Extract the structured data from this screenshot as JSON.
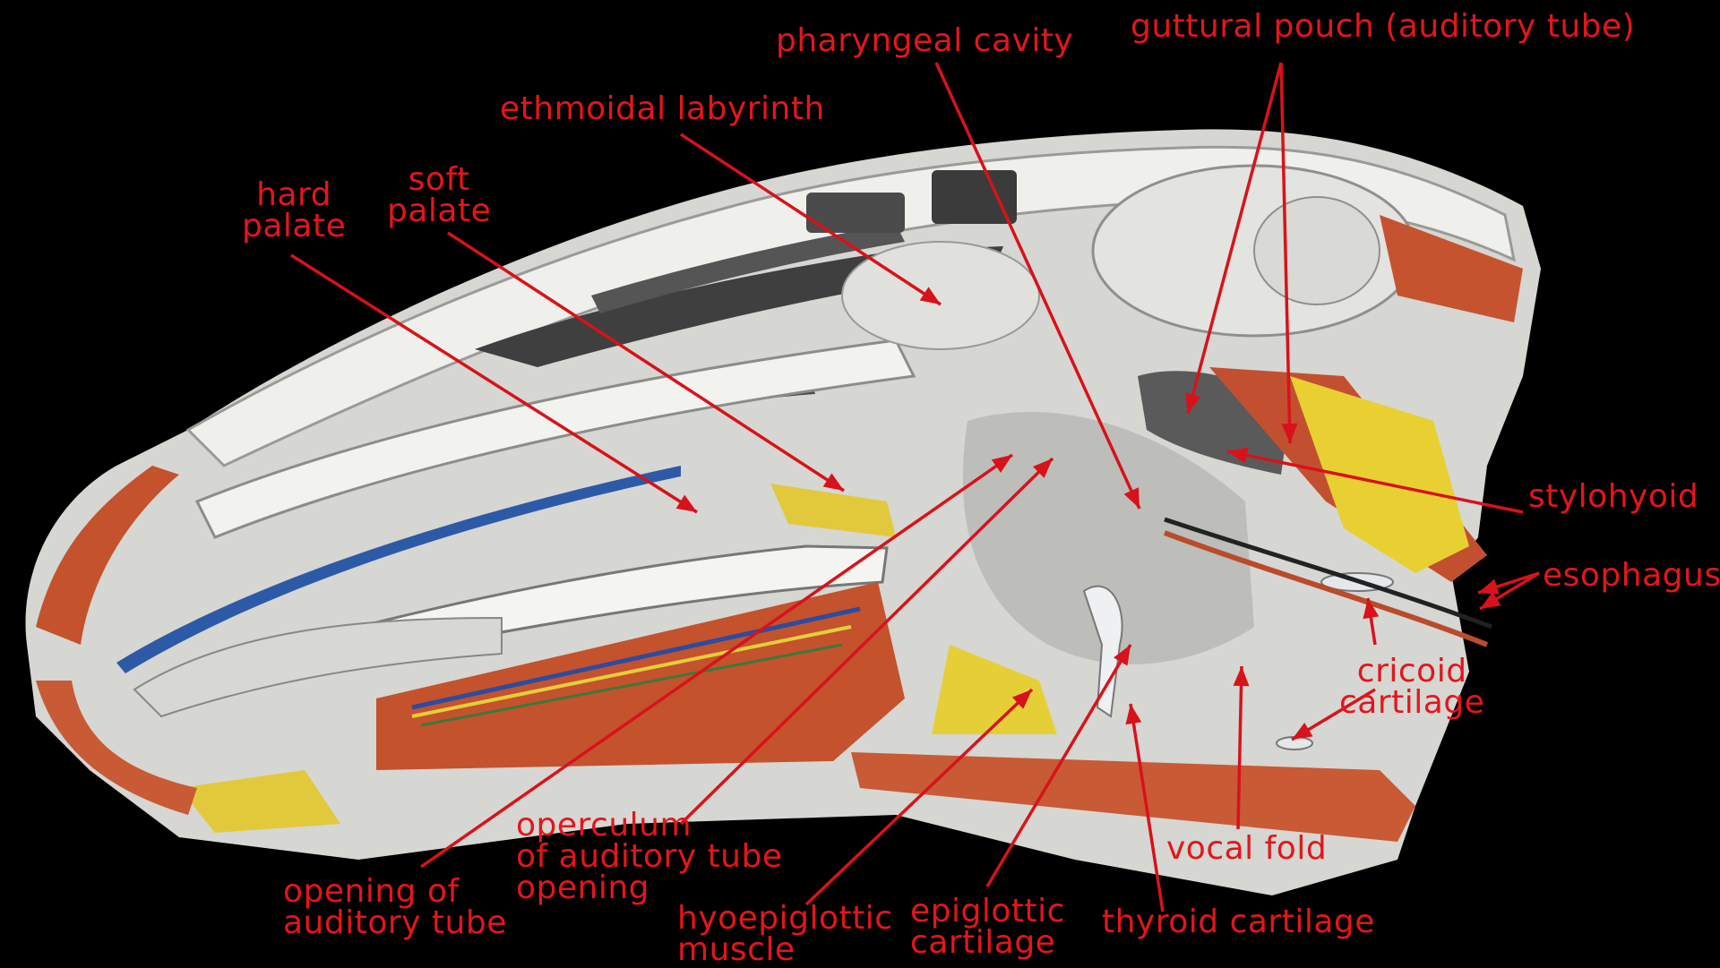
{
  "colors": {
    "background": "#000000",
    "label": "#e3161b",
    "arrow": "#d8121a",
    "bone": "#e8e8e4",
    "tissue": "#c9c9c5",
    "muscle": "#c4522d",
    "fat": "#e9d33b",
    "dark_cavity": "#3a3a3a"
  },
  "labels": {
    "hard_palate": [
      "hard",
      "palate"
    ],
    "soft_palate": [
      "soft",
      "palate"
    ],
    "ethmoidal_labyrinth": "ethmoidal labyrinth",
    "pharyngeal_cavity": "pharyngeal cavity",
    "guttural_pouch": "guttural pouch (auditory tube)",
    "stylohyoid": "stylohyoid",
    "esophagus": "esophagus",
    "cricoid_cartilage": [
      "cricoid",
      "cartilage"
    ],
    "vocal_fold": "vocal fold",
    "thyroid_cartilage": "thyroid cartilage",
    "epiglottic_cartilage": [
      "epiglottic",
      "cartilage"
    ],
    "hyoepiglottic_muscle": [
      "hyoepiglottic",
      "muscle"
    ],
    "operculum": [
      "operculum",
      "of auditory tube",
      "opening"
    ],
    "opening_auditory_tube": [
      "opening of",
      "auditory tube"
    ]
  }
}
